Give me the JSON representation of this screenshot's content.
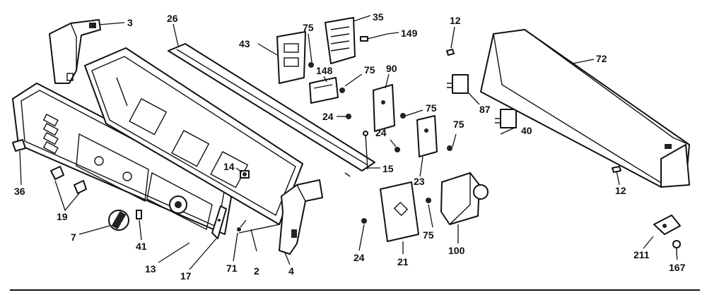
{
  "callouts": {
    "c3": "3",
    "c26": "26",
    "c43": "43",
    "c75a": "75",
    "c35": "35",
    "c149": "149",
    "c12a": "12",
    "c72": "72",
    "c148": "148",
    "c75b": "75",
    "c90": "90",
    "c87": "87",
    "c24a": "24",
    "c75c": "75",
    "c24b": "24",
    "c75d": "75",
    "c40": "40",
    "c14": "14",
    "c15": "15",
    "c23": "23",
    "c12b": "12",
    "c36": "36",
    "c19": "19",
    "c7": "7",
    "c41": "41",
    "c13": "13",
    "c17": "17",
    "c71": "71",
    "c2": "2",
    "c4": "4",
    "c24c": "24",
    "c21": "21",
    "c75e": "75",
    "c100": "100",
    "c211": "211",
    "c167": "167"
  }
}
